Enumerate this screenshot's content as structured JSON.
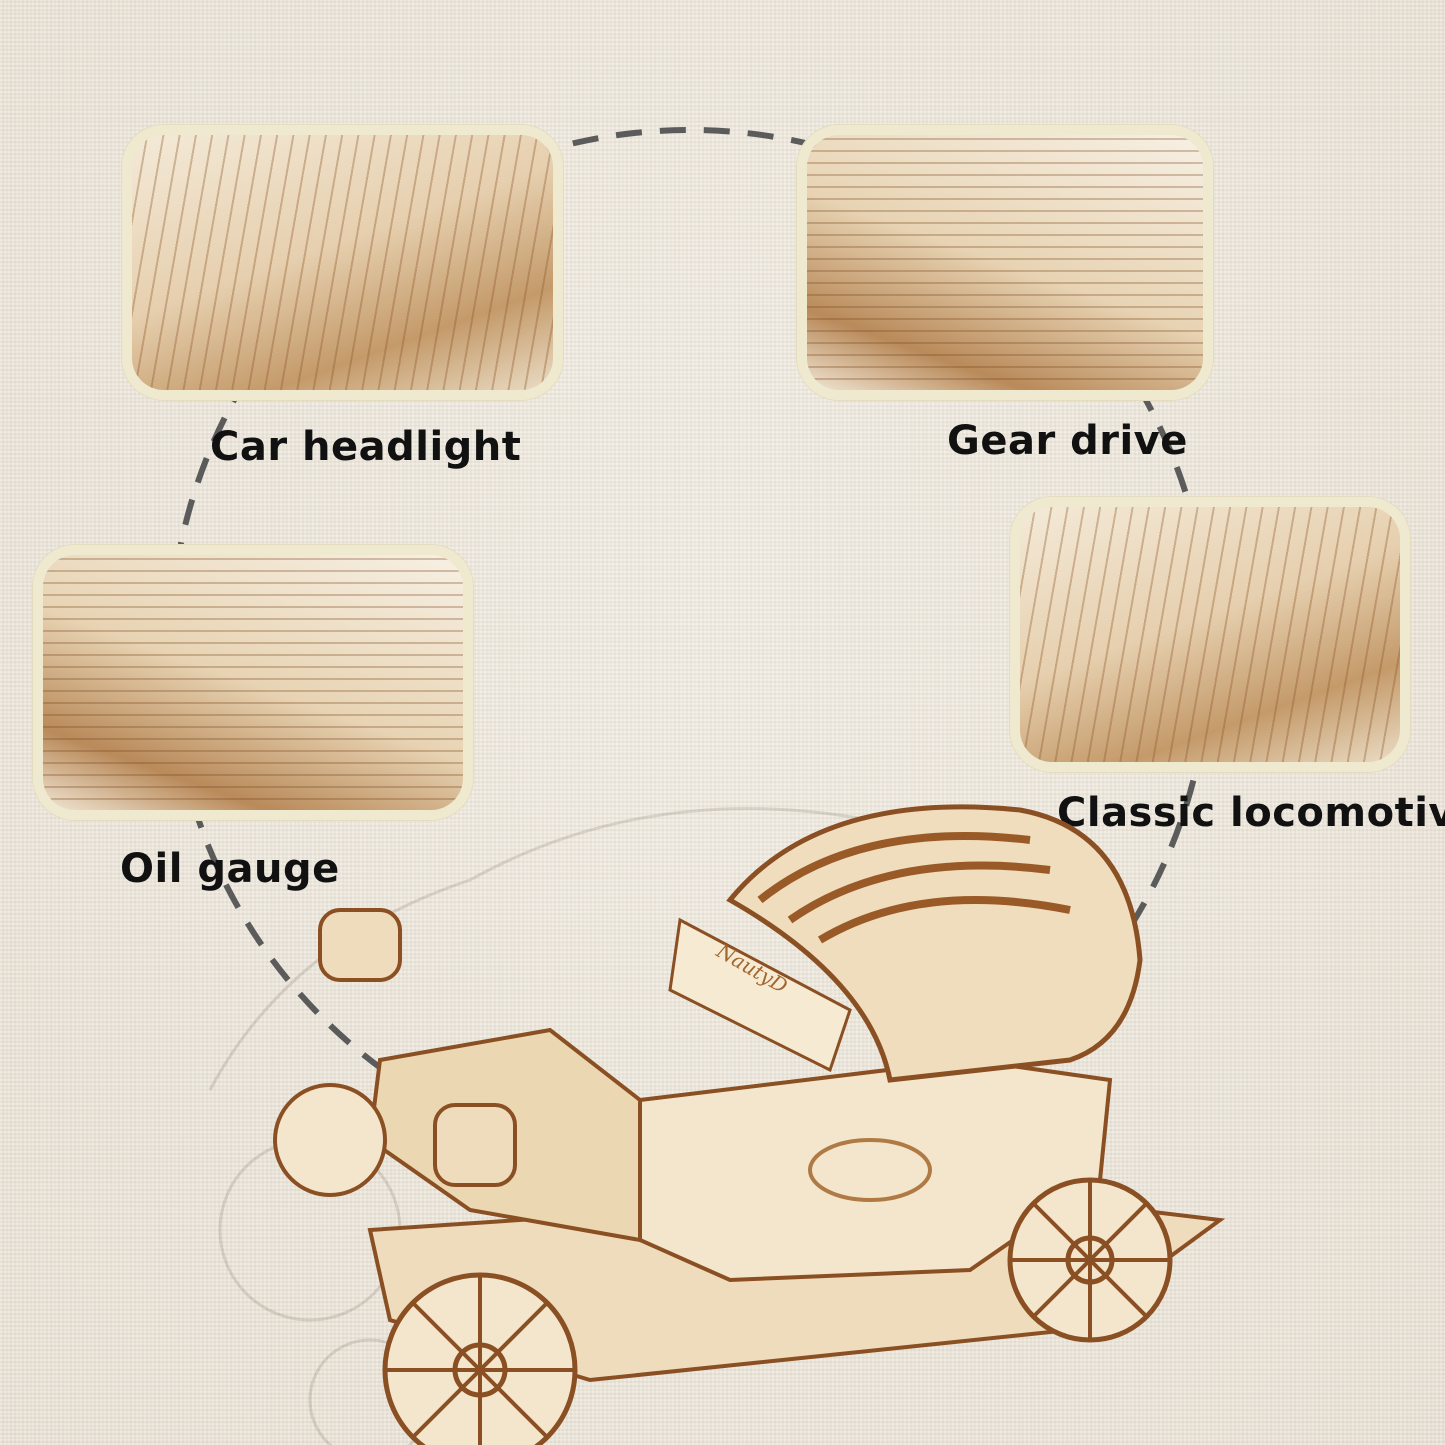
{
  "features": [
    {
      "label": "Car headlight"
    },
    {
      "label": "Gear drive"
    },
    {
      "label": "Oil gauge"
    },
    {
      "label": "Classic locomotive"
    }
  ],
  "product": {
    "engraving": "NautyD"
  },
  "colors": {
    "background": "#ece5d9",
    "frame": "#efe9cf",
    "dashes": "#5b5b5b",
    "wood_light": "#f1e2c6",
    "wood_dark": "#8a4f22"
  }
}
